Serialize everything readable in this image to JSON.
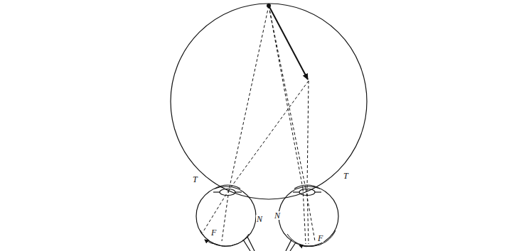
{
  "diagram": {
    "labels": [
      "T",
      "N",
      "N",
      "T",
      "F",
      "F"
    ]
  }
}
